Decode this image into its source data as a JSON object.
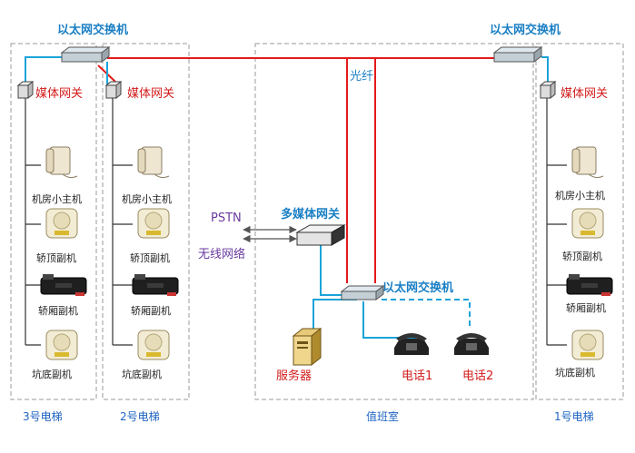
{
  "labels": {
    "switch_top_left": "以太网交换机",
    "switch_top_right": "以太网交换机",
    "switch_center": "以太网交换机",
    "media_gw_3": "媒体网关",
    "media_gw_2": "媒体网关",
    "media_gw_1": "媒体网关",
    "fiber": "光纤",
    "multimedia_gw": "多媒体网关",
    "pstn": "PSTN",
    "wireless": "无线网络",
    "server": "服务器",
    "phone1": "电话1",
    "phone2": "电话2"
  },
  "elevators": [
    {
      "zone": "3号电梯",
      "devices": [
        "机房小主机",
        "轿顶副机",
        "轿厢副机",
        "坑底副机"
      ]
    },
    {
      "zone": "2号电梯",
      "devices": [
        "机房小主机",
        "轿顶副机",
        "轿厢副机",
        "坑底副机"
      ]
    },
    {
      "zone": "1号电梯",
      "devices": [
        "机房小主机",
        "轿顶副机",
        "轿厢副机",
        "坑底副机"
      ]
    }
  ],
  "center_zone": "值班室",
  "colors": {
    "fiber": "#e41a1a",
    "ethernet": "#1aa3d9",
    "box_border": "#999999",
    "label_blue": "#1a7fc4",
    "label_red": "#d21b1b",
    "label_purple": "#6a3aa0"
  }
}
